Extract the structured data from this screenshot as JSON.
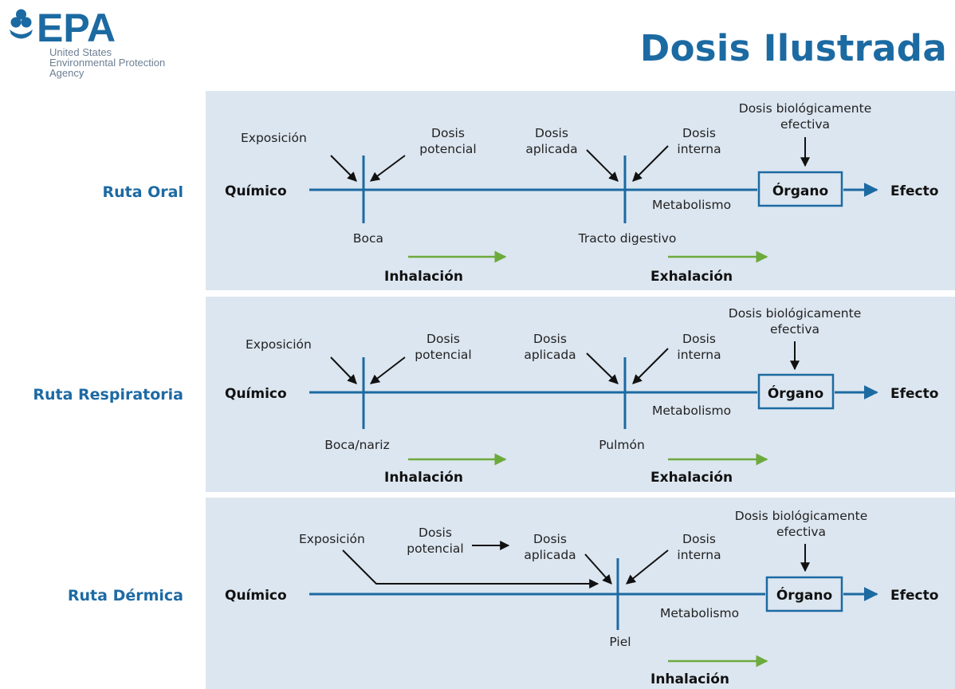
{
  "header": {
    "logo_mark": "EPA",
    "logo_lines": [
      "United States",
      "Environmental Protection",
      "Agency"
    ],
    "title": "Dosis Ilustrada"
  },
  "colors": {
    "primary_blue": "#1c6aa2",
    "panel_background": "#dce6f0",
    "green_arrow": "#6daa3c",
    "logo_gray": "#6d7f93"
  },
  "routes": [
    {
      "name": "Ruta Oral",
      "quimico": "Químico",
      "exposicion": "Exposición",
      "dosis_potencial": [
        "Dosis",
        "potencial"
      ],
      "dosis_aplicada": [
        "Dosis",
        "aplicada"
      ],
      "dosis_interna": [
        "Dosis",
        "interna"
      ],
      "dosis_efectiva": [
        "Dosis biológicamente",
        "efectiva"
      ],
      "organo": "Órgano",
      "efecto": "Efecto",
      "metabolismo": "Metabolismo",
      "barrier1": "Boca",
      "barrier2": "Tracto digestivo",
      "flow1": "Inhalación",
      "flow2": "Exhalación"
    },
    {
      "name": "Ruta Respiratoria",
      "quimico": "Químico",
      "exposicion": "Exposición",
      "dosis_potencial": [
        "Dosis",
        "potencial"
      ],
      "dosis_aplicada": [
        "Dosis",
        "aplicada"
      ],
      "dosis_interna": [
        "Dosis",
        "interna"
      ],
      "dosis_efectiva": [
        "Dosis biológicamente",
        "efectiva"
      ],
      "organo": "Órgano",
      "efecto": "Efecto",
      "metabolismo": "Metabolismo",
      "barrier1": "Boca/nariz",
      "barrier2": "Pulmón",
      "flow1": "Inhalación",
      "flow2": "Exhalación"
    },
    {
      "name": "Ruta Dérmica",
      "quimico": "Químico",
      "exposicion": "Exposición",
      "dosis_potencial": [
        "Dosis",
        "potencial"
      ],
      "dosis_aplicada": [
        "Dosis",
        "aplicada"
      ],
      "dosis_interna": [
        "Dosis",
        "interna"
      ],
      "dosis_efectiva": [
        "Dosis biológicamente",
        "efectiva"
      ],
      "organo": "Órgano",
      "efecto": "Efecto",
      "metabolismo": "Metabolismo",
      "barrier2": "Piel",
      "flow2": "Inhalación"
    }
  ]
}
